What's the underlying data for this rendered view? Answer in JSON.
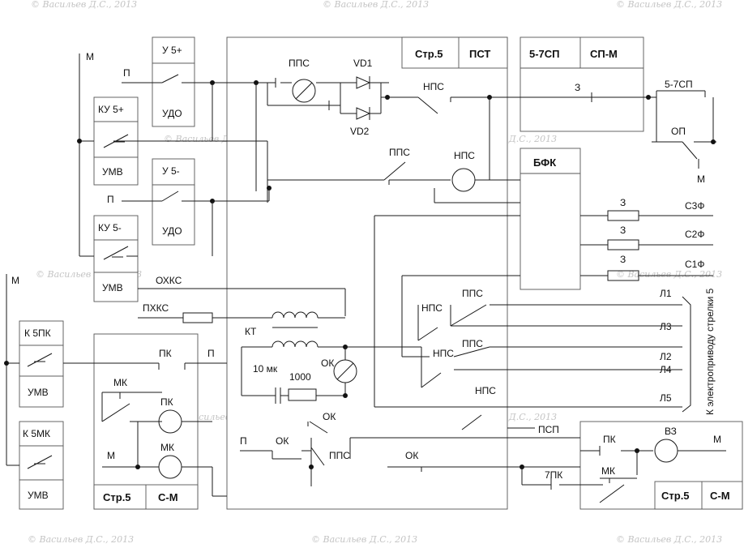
{
  "watermark": "© Васильев Д.С., 2013",
  "labels": {
    "m_top": "М",
    "m_left": "М",
    "p_top": "П",
    "p_mid": "П",
    "u5p": "У 5+",
    "udo1": "УДО",
    "ku5p": "КУ 5+",
    "umv1": "УМВ",
    "u5m": "У 5-",
    "udo2": "УДО",
    "ku5m": "КУ 5-",
    "umv2": "УМВ",
    "k5pk": "К 5ПК",
    "umv3": "УМВ",
    "k5mk": "К 5МК",
    "umv4": "УМВ",
    "pps_top": "ППС",
    "vd1": "VD1",
    "vd2": "VD2",
    "nps1": "НПС",
    "pps2": "ППС",
    "nps2": "НПС",
    "str5a": "Стр.5",
    "pst": "ПСТ",
    "sp57": "5-7СП",
    "spm": "СП-М",
    "z_top": "З",
    "sp57b": "5-7СП",
    "op": "ОП",
    "m_right": "М",
    "bfk": "БФК",
    "z1": "З",
    "z2": "З",
    "z3": "З",
    "s3f": "С3Ф",
    "s2f": "С2Ф",
    "s1f": "С1Ф",
    "okhks": "ОХКС",
    "pkhks": "ПХКС",
    "kt": "КТ",
    "c10": "10 мк",
    "r1000": "1000",
    "ok1": "ОК",
    "pps3": "ППС",
    "nps3": "НПС",
    "pps4": "ППС",
    "nps4": "НПС",
    "nps5": "НПС",
    "l1": "Л1",
    "l3": "Л3",
    "l2": "Л2",
    "l4": "Л4",
    "l5": "Л5",
    "side_text": "К электроприводу стрелки 5",
    "pk1": "ПК",
    "p_pk": "П",
    "mk1": "МК",
    "pk2": "ПК",
    "mk2": "МК",
    "m_low": "М",
    "str5b": "Стр.5",
    "sm1": "С-М",
    "ok2": "ОК",
    "p_low": "П",
    "ok3": "ОК",
    "pps5": "ППС",
    "psp": "ПСП",
    "ok4": "ОК",
    "pk7": "7ПК",
    "pk3": "ПК",
    "mk3": "МК",
    "vz": "ВЗ",
    "m_vz": "М",
    "str5c": "Стр.5",
    "sm2": "С-М"
  }
}
